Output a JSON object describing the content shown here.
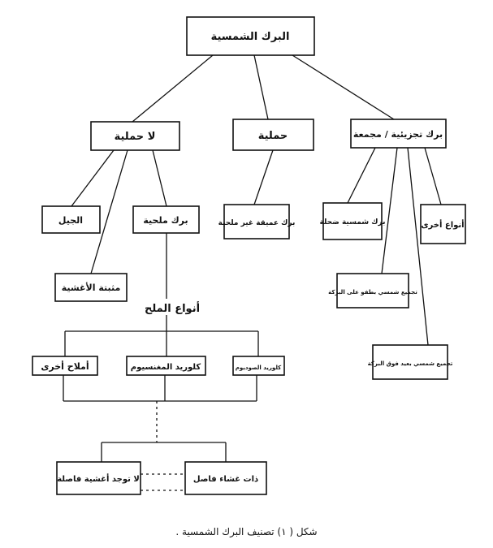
{
  "nodes": {
    "root": "البرك الشمسية",
    "non_convective": "لا حملية",
    "convective": "حملية",
    "partitioned": "برك تجزيئية / مجمعة",
    "gel": "الجيل",
    "salt_pond": "برك ملحية",
    "unsalted_pond": "برك عميقة غير ملحية",
    "shallow_pond": "برك شمسية ضحلة",
    "other_types": "أنواع أخرى",
    "membrane_stratified": "مثبتة الأغشية",
    "salt_types": "أنواع الملح",
    "other_salts": "أملاح أخرى",
    "magnesium_chloride": "كلوريد المغنسيوم",
    "sodium_chloride": "كلوريد الصوديوم",
    "collector_inside": "تجميع شمسي بطفو على البركة",
    "collector_above": "تجميع شمسي بعيد فوق البركة",
    "without_membrane": "لا توجد أغشية فاصلة",
    "with_membrane": "ذات غشاء فاصل"
  },
  "caption": "شكل ( ١) تصنيف البرك الشمسية ."
}
